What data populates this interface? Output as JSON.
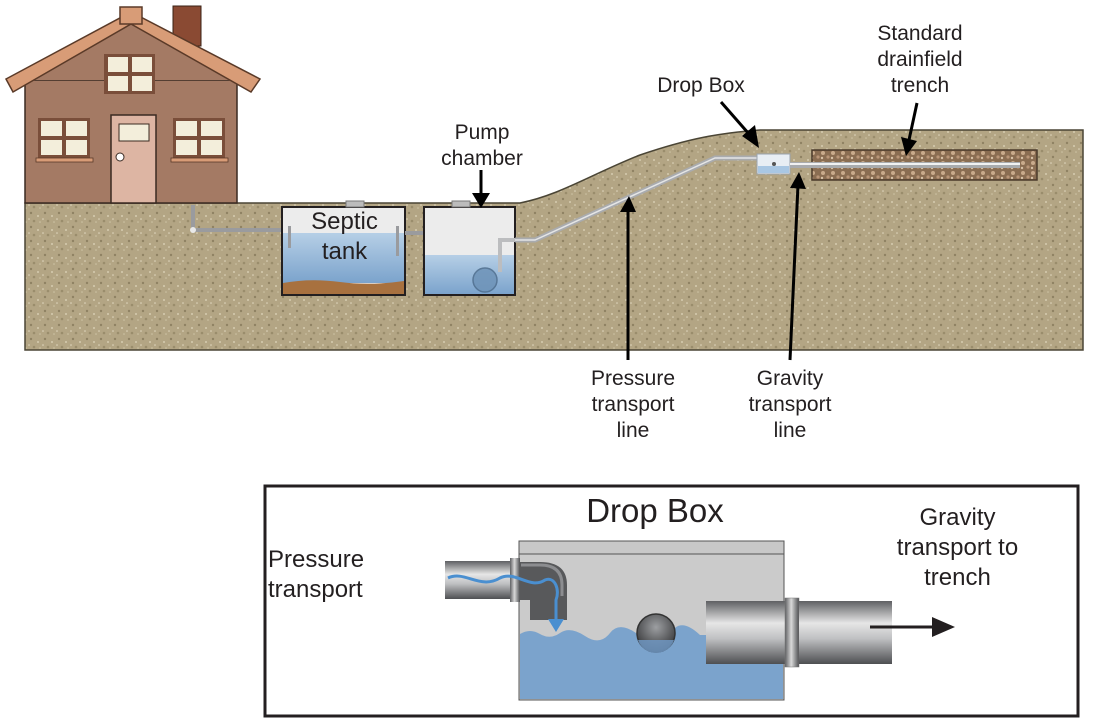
{
  "diagram": {
    "title": "Septic system with pressure transport line and drop box",
    "overview": {
      "labels": {
        "septic_tank": [
          "Septic",
          "tank"
        ],
        "pump_chamber": [
          "Pump",
          "chamber"
        ],
        "drop_box": [
          "Drop Box"
        ],
        "drainfield_trench": [
          "Standard",
          "drainfield",
          "trench"
        ],
        "pressure_line": [
          "Pressure",
          "transport",
          "line"
        ],
        "gravity_line": [
          "Gravity",
          "transport",
          "line"
        ]
      },
      "components": [
        "house",
        "septic-tank",
        "pump-chamber",
        "pressure-transport-line",
        "drop-box",
        "gravity-transport-line",
        "drainfield-trench"
      ]
    },
    "inset": {
      "title": "Drop Box",
      "left_label": [
        "Pressure",
        "transport"
      ],
      "right_label": [
        "Gravity",
        "transport to",
        "trench"
      ]
    },
    "colors": {
      "soil": "#b3a584",
      "soil_dark": "#8f8263",
      "house_wall": "#a47a64",
      "house_trim": "#d89c77",
      "chimney": "#8a4a33",
      "door": "#ddb5a3",
      "window": "#f3eedb",
      "water": "#7ba3cc",
      "tank_air": "#e8e8e8",
      "sludge": "#a8713f",
      "gravel": "#8a6d52",
      "box_gray": "#c8c8c8",
      "pipe_gray": "#a9abae",
      "flow_blue": "#4a8fd0"
    }
  }
}
